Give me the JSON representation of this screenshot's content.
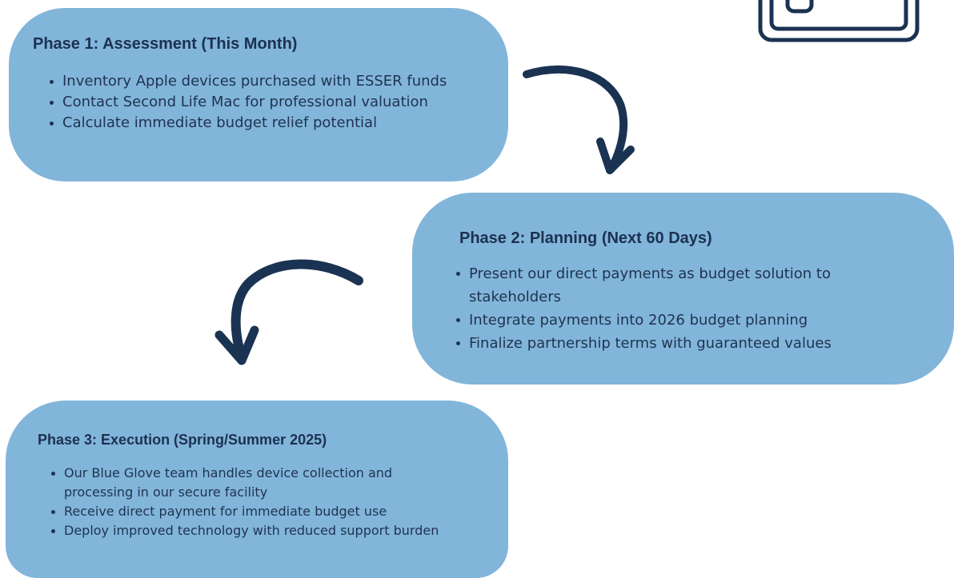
{
  "phases": [
    {
      "title": "Phase 1: Assessment (This Month)",
      "items": [
        "Inventory Apple devices purchased with ESSER funds",
        "Contact Second Life Mac for professional valuation",
        "Calculate immediate budget relief potential"
      ]
    },
    {
      "title": "Phase 2: Planning (Next 60 Days)",
      "items": [
        "Present our direct payments as budget solution to stakeholders",
        "Integrate payments into 2026 budget planning",
        "Finalize partnership terms with guaranteed values"
      ]
    },
    {
      "title": "Phase 3: Execution (Spring/Summer 2025)",
      "items": [
        "Our Blue Glove team handles device collection and processing in our secure facility",
        "Receive direct payment for immediate budget use",
        "Deploy improved technology with reduced support burden"
      ]
    }
  ],
  "icons": {
    "top_right": "device-icon",
    "arrow_1": "curved-arrow-down-right-icon",
    "arrow_2": "curved-arrow-down-left-icon"
  },
  "colors": {
    "card": "#82b5da",
    "text": "#1f3350",
    "arrow": "#1b3352"
  }
}
